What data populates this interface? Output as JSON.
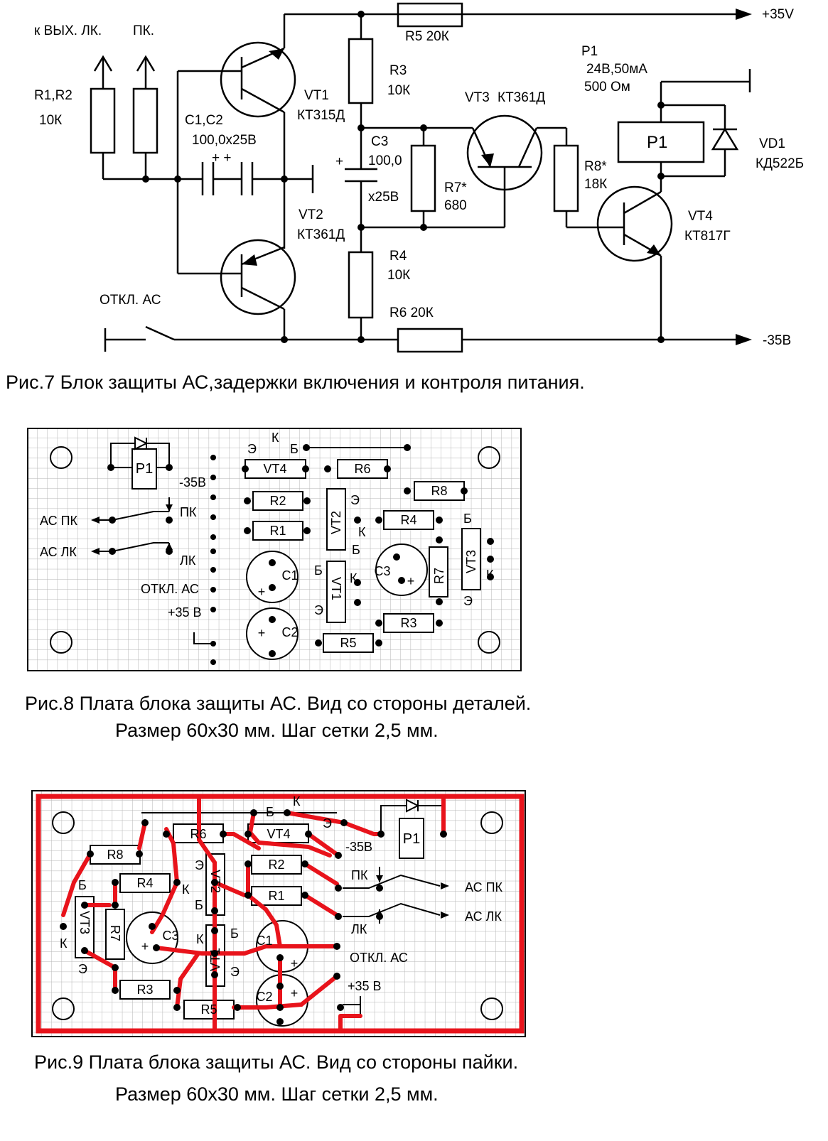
{
  "schematic": {
    "inputs": {
      "lk": "к ВЫХ. ЛК.",
      "pk": "ПК."
    },
    "r1r2": {
      "name": "R1,R2",
      "value": "10К"
    },
    "c1c2": {
      "name": "С1,С2",
      "value": "100,0х25В",
      "pol": "+ +"
    },
    "vt1": {
      "name": "VT1",
      "type": "КТ315Д"
    },
    "vt2": {
      "name": "VT2",
      "type": "КТ361Д"
    },
    "vt3": {
      "name": "VT3",
      "type": "КТ361Д"
    },
    "vt4": {
      "name": "VT4",
      "type": "КТ817Г"
    },
    "r3": {
      "name": "R3",
      "value": "10К"
    },
    "r4": {
      "name": "R4",
      "value": "10К"
    },
    "r5": "R5  20К",
    "r6": "R6  20К",
    "r7": {
      "name": "R7*",
      "value": "680"
    },
    "r8": {
      "name": "R8*",
      "value": "18К"
    },
    "c3": {
      "name": "С3",
      "value": "100,0",
      "volt": "х25В",
      "pol": "+"
    },
    "p1": {
      "name": "Р1",
      "spec": "24В,50мА",
      "res": "500  Ом",
      "box": "Р1"
    },
    "vd1": {
      "name": "VD1",
      "type": "КД522Б"
    },
    "switch_label": "ОТКЛ. АС",
    "plus_rail": "+35V",
    "minus_rail": "-35В"
  },
  "fig7_caption": "Рис.7 Блок защиты АС,задержки включения и контроля питания.",
  "board_top": {
    "p1": "Р1",
    "minus35": "-35В",
    "ac_pk": "АС ПК",
    "ac_lk": "АС ЛК",
    "pk": "ПК",
    "lk": "ЛК",
    "otkl": "ОТКЛ. АС",
    "plus35": "+35 В",
    "e": "Э",
    "k": "К",
    "b": "Б",
    "vt4": "VT4",
    "r6": "R6",
    "r8": "R8",
    "r2": "R2",
    "r1": "R1",
    "r4": "R4",
    "vt2": "VT2",
    "vt1": "VT1",
    "vt3": "VT3",
    "r7": "R7",
    "r3": "R3",
    "r5": "R5",
    "c1": "С1",
    "c2": "С2",
    "c3": "С3",
    "plus": "+"
  },
  "fig8_caption": {
    "line1": "Рис.8 Плата блока защиты АС. Вид со стороны деталей.",
    "line2": "Размер 60х30 мм. Шаг сетки 2,5 мм."
  },
  "board_bottom": {
    "p1": "Р1",
    "minus35": "-35В",
    "ac_pk": "АС ПК",
    "ac_lk": "АС ЛК",
    "pk": "ПК",
    "lk": "ЛК",
    "otkl": "ОТКЛ. АС",
    "plus35": "+35 В",
    "e": "Э",
    "k": "К",
    "b": "Б",
    "vt4": "VT4",
    "r6": "R6",
    "r8": "R8",
    "r2": "R2",
    "r1": "R1",
    "r4": "R4",
    "vt2": "VT2",
    "vt1": "VT1",
    "vt3": "VT3",
    "r7": "R7",
    "r3": "R3",
    "r5": "R5",
    "c1": "С1",
    "c2": "С2",
    "c3": "С3",
    "plus": "+"
  },
  "fig9_caption": {
    "line1": "Рис.9 Плата блока защиты АС. Вид со стороны пайки.",
    "line2": "Размер 60х30 мм. Шаг сетки 2,5 мм."
  },
  "colors": {
    "trace": "#e8131b",
    "grid": "#b5b5b5",
    "ink": "#000000"
  }
}
